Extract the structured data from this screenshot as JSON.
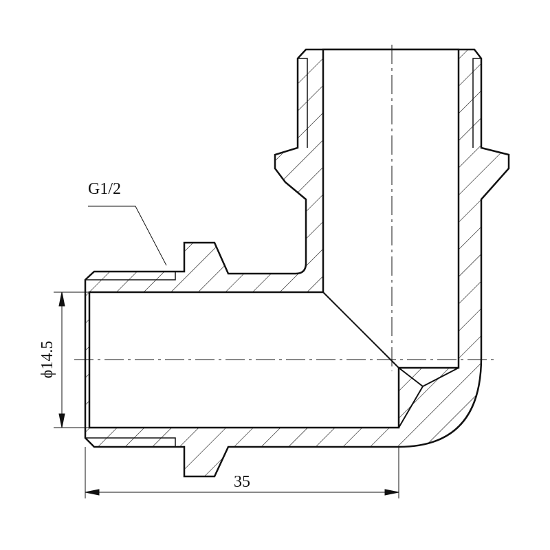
{
  "drawing": {
    "thread_label": "G1/2",
    "diameter_label": "ϕ14.5",
    "length_label": "35",
    "line_color": "#111111",
    "background": "#ffffff"
  }
}
